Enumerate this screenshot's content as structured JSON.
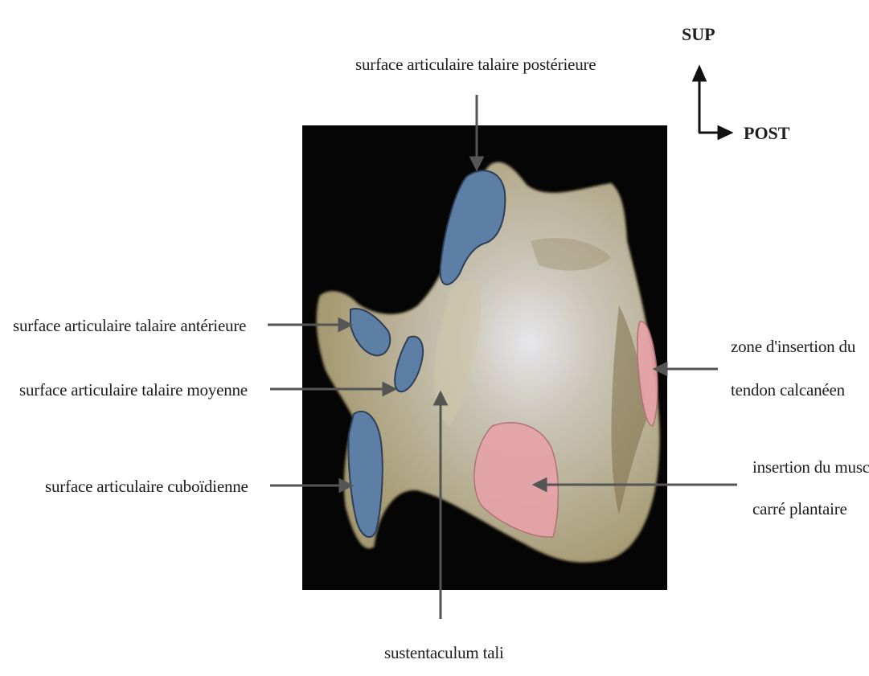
{
  "figure": {
    "orientation": {
      "up_label": "SUP",
      "right_label": "POST"
    },
    "labels": {
      "posterior_talar_surface": "surface articulaire talaire postérieure",
      "anterior_talar_surface": "surface articulaire talaire antérieure",
      "middle_talar_surface": "surface articulaire talaire moyenne",
      "cuboid_surface": "surface articulaire cuboïdienne",
      "sustentaculum": "sustentaculum tali",
      "achilles_insertion_line1": "zone d'insertion du",
      "achilles_insertion_line2": "tendon calcanéen",
      "quadratus_insertion_line1": "insertion du muscle",
      "quadratus_insertion_line2": "carré plantaire"
    },
    "colors": {
      "background_panel": "#050505",
      "bone": "#b8ad8e",
      "articular_surface": "#5d7fa6",
      "muscle_insertion": "#e6a3a8",
      "leader_line": "#555555"
    }
  }
}
